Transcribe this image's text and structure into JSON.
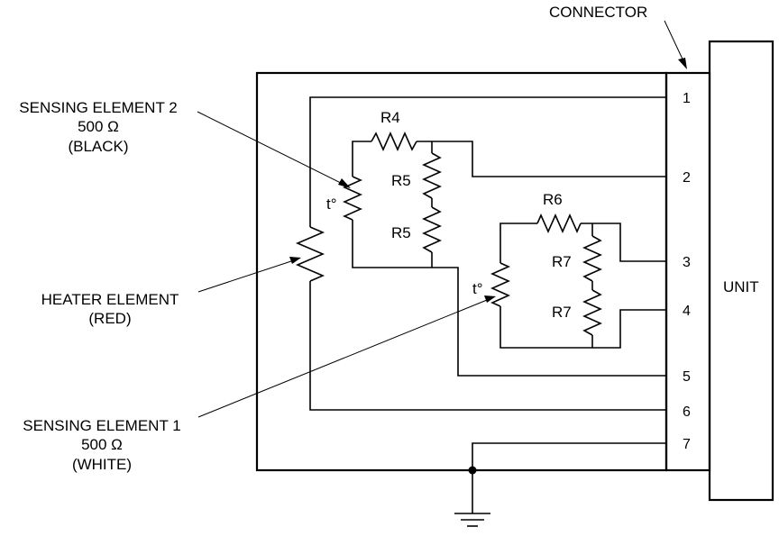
{
  "connector_label": "CONNECTOR",
  "unit_label": "UNIT",
  "pins": [
    "1",
    "2",
    "3",
    "4",
    "5",
    "6",
    "7"
  ],
  "resistors": {
    "r4": "R4",
    "r5_upper": "R5",
    "r5_lower": "R5",
    "r6": "R6",
    "r7_upper": "R7",
    "r7_lower": "R7"
  },
  "temperature_marks": {
    "sensing_2": "t°",
    "sensing_1": "t°"
  },
  "sensing_element_2": {
    "name": "SENSING ELEMENT 2",
    "value": "500 Ω",
    "color": "(BLACK)"
  },
  "heater_element": {
    "name": "HEATER ELEMENT",
    "color": "(RED)"
  },
  "sensing_element_1": {
    "name": "SENSING ELEMENT 1",
    "value": "500 Ω",
    "color": "(WHITE)"
  }
}
